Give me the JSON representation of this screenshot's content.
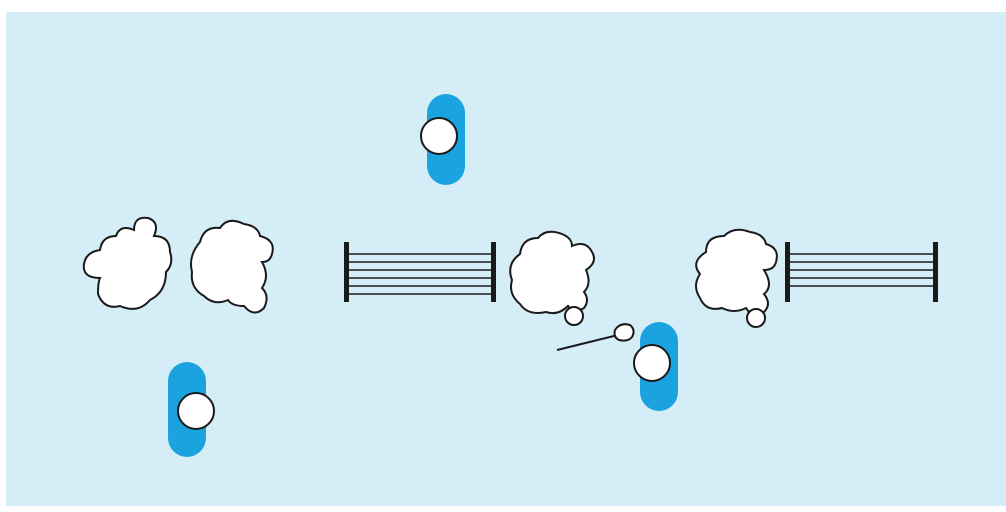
{
  "scene": {
    "description_text": "",
    "colors": {
      "background": "#d5edf7",
      "page": "#ffffff",
      "person": "#1aa3df",
      "head_fill": "#ffffff",
      "outline": "#1a1a1a",
      "bush_fill": "#ffffff",
      "bench_frame": "#1a1a1a"
    },
    "people": [
      {
        "id": "person-top"
      },
      {
        "id": "person-bottom-left"
      },
      {
        "id": "person-with-rod"
      }
    ],
    "bushes": [
      {
        "id": "bush-1"
      },
      {
        "id": "bush-2"
      },
      {
        "id": "bush-3"
      },
      {
        "id": "bush-4"
      }
    ],
    "benches": [
      {
        "id": "bench-left"
      },
      {
        "id": "bench-right"
      }
    ],
    "icons": {
      "person": "person-topdown-icon",
      "bush": "bush-icon",
      "bench": "bench-icon",
      "rod": "fishing-rod-icon"
    }
  }
}
